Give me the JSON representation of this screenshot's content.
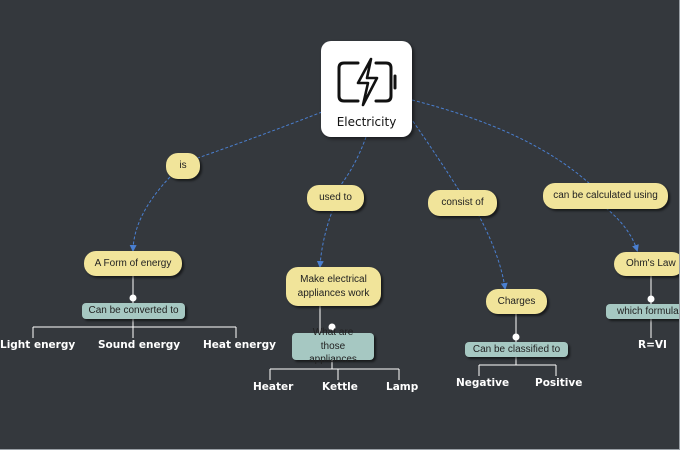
{
  "root": {
    "label": "Electricity",
    "icon": "battery-charging-icon"
  },
  "link_labels": {
    "is": "is",
    "used_to": "used to",
    "consist_of": "consist of",
    "calculated": "can be calculated using"
  },
  "branches": {
    "energy": {
      "node": "A Form of energy",
      "sub": "Can be converted to",
      "leaves": [
        "Light energy",
        "Sound energy",
        "Heat energy"
      ]
    },
    "appliances": {
      "node": "Make electrical appliances work",
      "sub": "What are those appliances",
      "leaves": [
        "Heater",
        "Kettle",
        "Lamp"
      ]
    },
    "charges": {
      "node": "Charges",
      "sub": "Can be classified to",
      "leaves": [
        "Negative",
        "Positive"
      ]
    },
    "ohms": {
      "node": "Ohm's Law",
      "sub": "which formula is",
      "leaves": [
        "R=VI"
      ]
    }
  },
  "colors": {
    "background": "#34383d",
    "main_node": "#f1e49a",
    "sub_node": "#a6c8c2",
    "connector": "#4a7fd0",
    "tree_line": "#ffffff"
  }
}
